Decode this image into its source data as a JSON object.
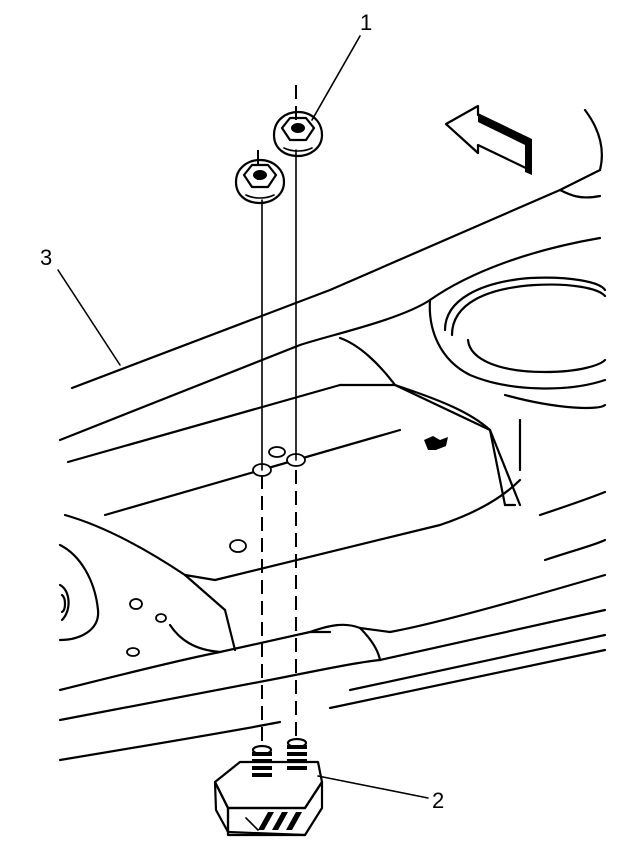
{
  "callouts": {
    "nuts": "1",
    "bracket": "2",
    "floor_panel": "3"
  },
  "icons": {
    "direction_arrow": "front-direction-arrow-icon"
  }
}
